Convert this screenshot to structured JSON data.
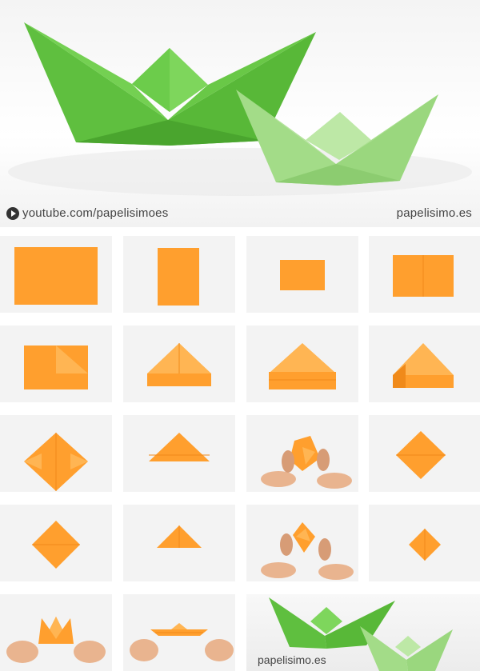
{
  "hero": {
    "subject": "paper-boats",
    "credit_left": "youtube.com/papelisimoes",
    "credit_right": "papelisimo.es",
    "colors": {
      "boat_large": "#6ac94a",
      "boat_small": "#a8df8e",
      "paper": "#ff9f2e"
    }
  },
  "steps": [
    {
      "name": "step-1"
    },
    {
      "name": "step-2"
    },
    {
      "name": "step-3"
    },
    {
      "name": "step-4"
    },
    {
      "name": "step-5"
    },
    {
      "name": "step-6"
    },
    {
      "name": "step-7"
    },
    {
      "name": "step-8"
    },
    {
      "name": "step-9"
    },
    {
      "name": "step-10"
    },
    {
      "name": "step-11"
    },
    {
      "name": "step-12"
    },
    {
      "name": "step-13"
    },
    {
      "name": "step-14"
    },
    {
      "name": "step-15"
    },
    {
      "name": "step-16"
    },
    {
      "name": "step-17"
    },
    {
      "name": "step-18"
    }
  ],
  "final": {
    "credit": "papelisimo.es"
  }
}
